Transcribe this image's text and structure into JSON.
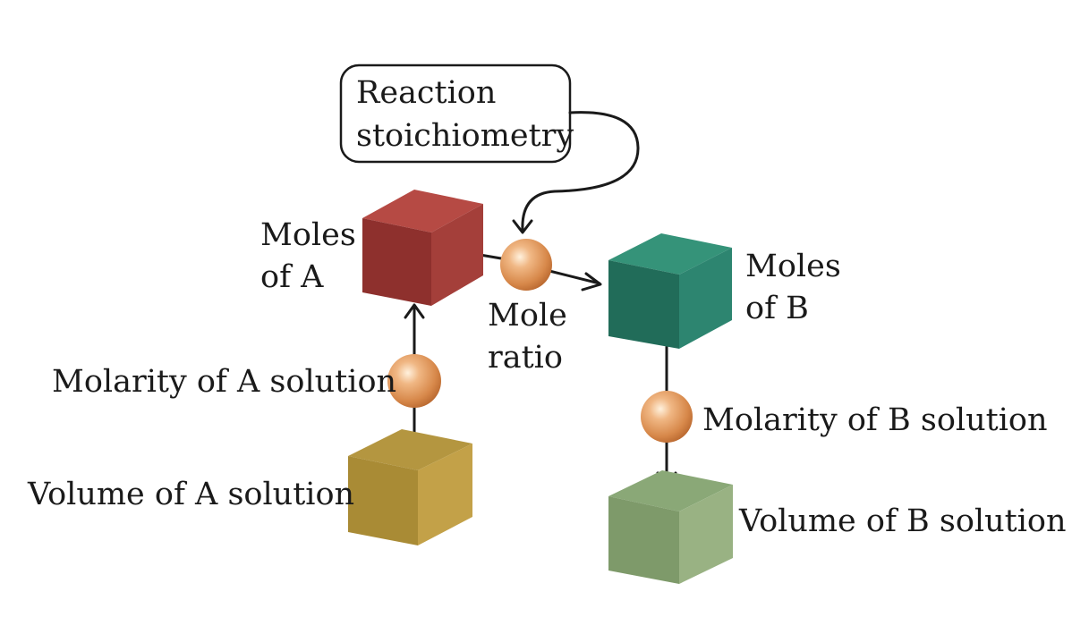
{
  "callout": {
    "line1": "Reaction",
    "line2": "stoichiometry"
  },
  "nodes": {
    "moles_a": {
      "line1": "Moles",
      "line2": "of A",
      "color_front": "#8e302d",
      "color_side": "#a43f3a",
      "color_top": "#b64a44"
    },
    "moles_b": {
      "line1": "Moles",
      "line2": "of B",
      "color_front": "#216c59",
      "color_side": "#2d8570",
      "color_top": "#359379"
    },
    "volume_a": {
      "label": "Volume of A solution",
      "color_front": "#a98b35",
      "color_side": "#c3a148",
      "color_top": "#b49640"
    },
    "volume_b": {
      "label": "Volume of B solution",
      "color_front": "#7e9a6a",
      "color_side": "#99b283",
      "color_top": "#8aa877"
    }
  },
  "factors": {
    "mole_ratio": {
      "line1": "Mole",
      "line2": "ratio"
    },
    "molarity_a": {
      "label": "Molarity of A solution"
    },
    "molarity_b": {
      "label": "Molarity of B solution"
    }
  },
  "sphere_color": "#d7884a"
}
